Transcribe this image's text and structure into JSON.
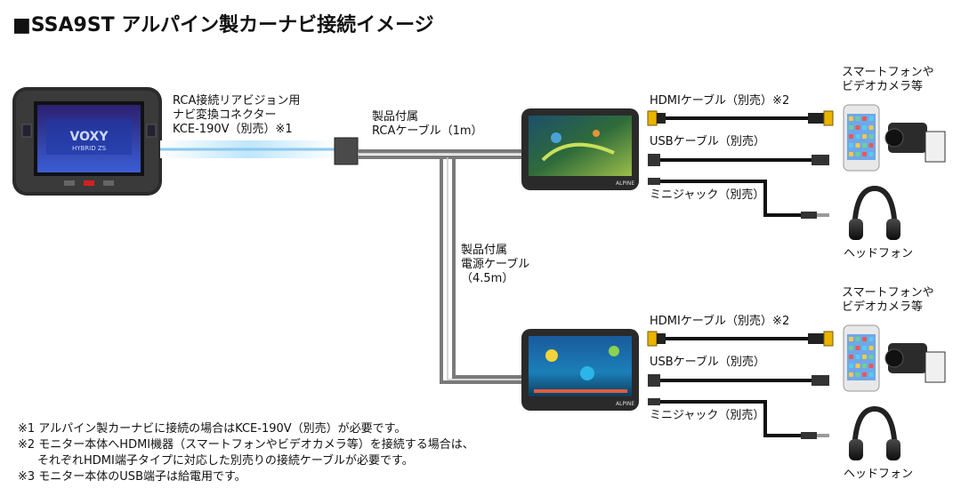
{
  "title": "■SSA9ST アルパイン製カーナビ接続イメージ",
  "navi_label": [
    "RCA接続リアビジョン用",
    "ナビ変換コネクター",
    "KCE-190V（別売）※1"
  ],
  "navi_screen_text": [
    "VOXY",
    "HYBRID ZS"
  ],
  "rca_cable_label": [
    "製品付属",
    "RCAケーブル（1m）"
  ],
  "power_cable_label": [
    "製品付属",
    "電源ケーブル",
    "（4.5m）"
  ],
  "monitor_brand": "ALPINE",
  "groups": [
    {
      "hdmi_label": "HDMIケーブル（別売）※2",
      "usb_label": "USBケーブル（別売）",
      "minijack_label": "ミニジャック（別売）",
      "devices_label": [
        "スマートフォンや",
        "ビデオカメラ等"
      ],
      "headphone_label": "ヘッドフォン"
    },
    {
      "hdmi_label": "HDMIケーブル（別売）※2",
      "usb_label": "USBケーブル（別売）",
      "minijack_label": "ミニジャック（別売）",
      "devices_label": [
        "スマートフォンや",
        "ビデオカメラ等"
      ],
      "headphone_label": "ヘッドフォン"
    }
  ],
  "notes": [
    "※1 アルパイン製カーナビに接続の場合はKCE-190V（別売）が必要です。",
    "※2 モニター本体へHDMI機器（スマートフォンやビデオカメラ等）を接続する場合は、",
    "それぞれHDMI端子タイプに対応した別売りの接続ケーブルが必要です。",
    "※3 モニター本体のUSB端子は給電用です。"
  ],
  "colors": {
    "rca_glow": "#7ec8f0",
    "hdmi_plug": "#e8b400",
    "cable": "#111111",
    "power_cable": "#9a9a9a"
  },
  "icons": [
    "car-navi-unit",
    "rear-monitor",
    "smartphone-icon",
    "video-camera-icon",
    "headphones-icon"
  ]
}
